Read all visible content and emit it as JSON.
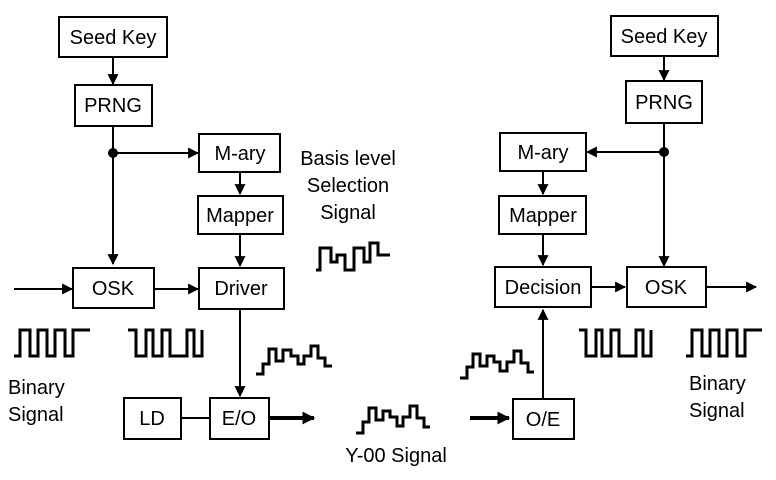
{
  "diagram": {
    "transmitter": {
      "seed_key": "Seed Key",
      "prng": "PRNG",
      "mary": "M-ary",
      "mapper": "Mapper",
      "osk": "OSK",
      "driver": "Driver",
      "ld": "LD",
      "eo": "E/O"
    },
    "receiver": {
      "seed_key": "Seed Key",
      "prng": "PRNG",
      "mary": "M-ary",
      "mapper": "Mapper",
      "decision": "Decision",
      "osk": "OSK",
      "oe": "O/E"
    },
    "labels": {
      "basis_line1": "Basis level",
      "basis_line2": "Selection",
      "basis_line3": "Signal",
      "binary_left_line1": "Binary",
      "binary_left_line2": "Signal",
      "binary_right_line1": "Binary",
      "binary_right_line2": "Signal",
      "y00_signal": "Y-00 Signal"
    }
  }
}
